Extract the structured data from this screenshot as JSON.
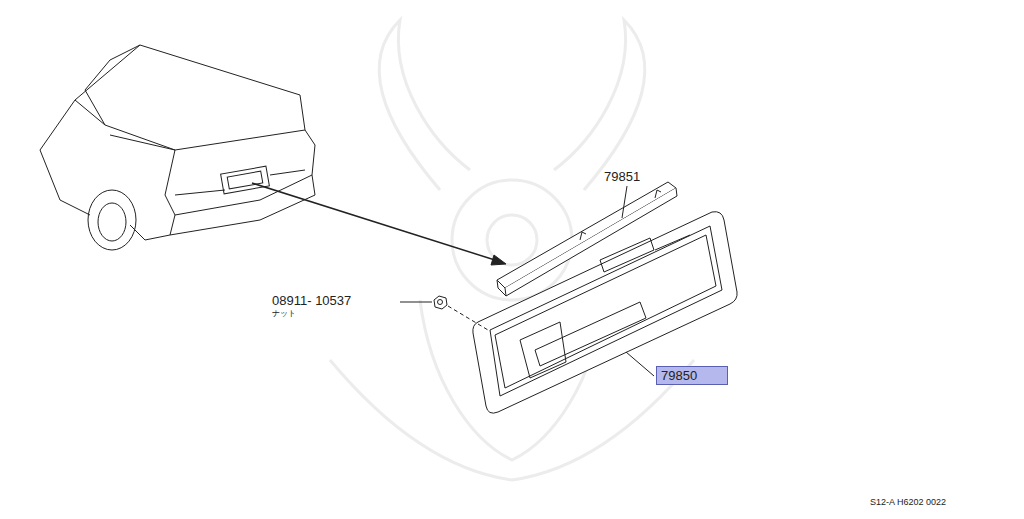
{
  "diagram": {
    "nodes": [
      {
        "text": [
          "79850"
        ]
      }
    ],
    "labels": [
      "79851",
      "08911- 10537",
      "ナット",
      "S12-A H6202 0022"
    ]
  }
}
